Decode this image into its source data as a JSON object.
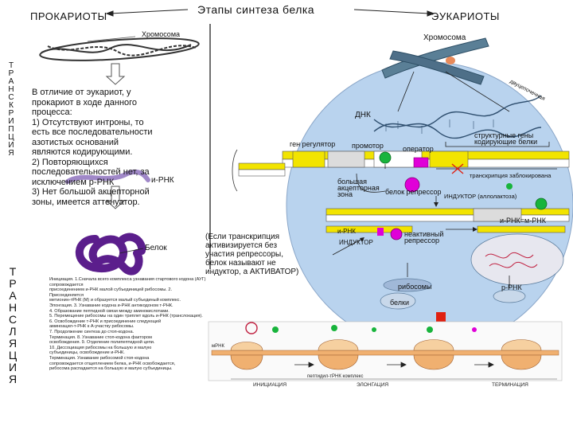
{
  "header": {
    "prokaryotes": "ПРОКАРИОТЫ",
    "title": "Этапы синтеза белка",
    "eukaryotes": "ЭУКАРИОТЫ"
  },
  "side_labels": {
    "transcription": [
      "Т",
      "Р",
      "А",
      "Н",
      "С",
      "К",
      "Р",
      "И",
      "П",
      "Ц",
      "И",
      "Я"
    ],
    "translation": [
      "Т",
      "Р",
      "А",
      "Н",
      "С",
      "Л",
      "Я",
      "Ц",
      "И",
      "Я"
    ]
  },
  "prokaryote": {
    "chromosome_label": "Хромосома",
    "text": [
      "В отличие от эукариот, у",
      "прокариот в ходе данного",
      "процесса:",
      "1) Отсутствуют интроны, то",
      "есть все последовательности",
      "азотистых оснований",
      "являются кодирующими.",
      "2) Повторяющихся",
      "последовательностей нет, за",
      "исключением р-РНК",
      "3) Нет большой акцепторной",
      "зоны, имеется аттенуатор."
    ],
    "mrna_label": "и-РНК",
    "protein_label": "Белок"
  },
  "eukaryote": {
    "chromosome_label": "Хромосома",
    "dna_label": "ДНК",
    "dna_side_label": "двуцепочечная",
    "regulator_label": "ген регулятор",
    "promoter_label": "промотор",
    "operator_label": "оператор",
    "structural_genes_label": "структурные гены кодирующие белки",
    "transcription_blocked": "транскрипция заблокирована",
    "acceptor_zone": "большая акцепторная зона",
    "repressor_label": "белок репрессор",
    "inducer_label": "ИНДУКТОР (аллолактоза)",
    "mrna_equation": "и-РНК=м-РНК",
    "mrna_left": "и-РНК",
    "inducer_bottom": "ИНДУКТОР",
    "inactive_repressor": "неактивный репрессор",
    "ribosome_label": "рибосомы",
    "protein_label": "белки",
    "rrna_label": "р-РНК"
  },
  "note": [
    "(Если транскрипция",
    "активизируется без",
    "участия репрессоры,",
    "белок называют не",
    "индуктор, а АКТИВАТОР)"
  ],
  "translation": {
    "text": [
      "Инициация. 1.Сначала всего комплекса узнавания стартового кодона (АУГ) сопровождается",
      "присоединением и-РНК малой субъединицей рибосомы. 2. Присоединяется",
      "метионин-тРНК (М) и образуется малый субъединый комплекс.",
      "Элонгация. 3. Узнавание кодона и-РНК антикодоном т-РНК.",
      "4. Образование пептидной связи между аминокислотами.",
      "5. Перемещение рибосомы на один триплет вдоль и-РНК (транслокация).",
      "6. Освобождение т-РНК и присоединение следующей",
      "аминоацил-т-РНК к А-участку рибосомы.",
      "7. Продолжение синтеза до стоп-кодона.",
      "Терминация. 8. Узнавание стоп-кодона фактором",
      "освобождения. 9. Отделение полипептидной цепи.",
      "10. Диссоциация рибосомы на большую и малую",
      "субъединицы, освобождение и-РНК.",
      "Терминация. Узнавание рибосомой стоп-кодона",
      "сопровождается отщеплением белка, и-РНК освобождается,",
      "рибосома распадается на большую и малую субъединицы."
    ],
    "mrna": "мРНК",
    "stage_initiation": "ИНИЦИАЦИЯ",
    "stage_elongation": "ЭЛОНГАЦИЯ",
    "stage_termination": "ТЕРМИНАЦИЯ",
    "complex_label": "пептидил-тРНК комплекс"
  },
  "colors": {
    "cell": "#b9d3ee",
    "yellow": "#f2e400",
    "magenta": "#e000d8",
    "green": "#18b43c",
    "protein": "#5b1e8c",
    "orange": "#f0b070",
    "arrow_red": "#e02010"
  }
}
